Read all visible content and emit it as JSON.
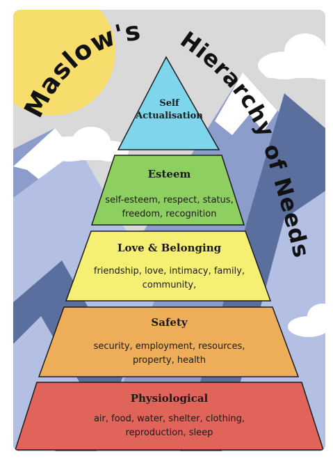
{
  "title": {
    "part1": "Maslow's",
    "part2": "Hierarchy of Needs"
  },
  "tiers": [
    {
      "key": "self-actualisation",
      "title_lines": [
        "Self",
        "Actualisation"
      ],
      "desc_lines": [],
      "color": "#7fd6ec"
    },
    {
      "key": "esteem",
      "title_lines": [
        "Esteem"
      ],
      "desc_lines": [
        "self-esteem, respect, status,",
        "freedom, recognition"
      ],
      "color": "#8ecf62"
    },
    {
      "key": "love-belonging",
      "title_lines": [
        "Love & Belonging"
      ],
      "desc_lines": [
        "friendship, love, intimacy, family,",
        "community,"
      ],
      "color": "#f5ef74"
    },
    {
      "key": "safety",
      "title_lines": [
        "Safety"
      ],
      "desc_lines": [
        "security, employment, resources,",
        "property, health"
      ],
      "color": "#eead58"
    },
    {
      "key": "physiological",
      "title_lines": [
        "Physiological"
      ],
      "desc_lines": [
        "air, food, water, shelter, clothing,",
        "reproduction, sleep"
      ],
      "color": "#e0645a"
    }
  ],
  "colors": {
    "sun": "#f7de6c",
    "sky": "#d9d9d9",
    "mountain_dark": "#5b6f9e",
    "mountain_mid": "#8c9dcc",
    "mountain_light": "#b3c0e4",
    "snow": "#ffffff",
    "outline": "#1a1a1a"
  }
}
